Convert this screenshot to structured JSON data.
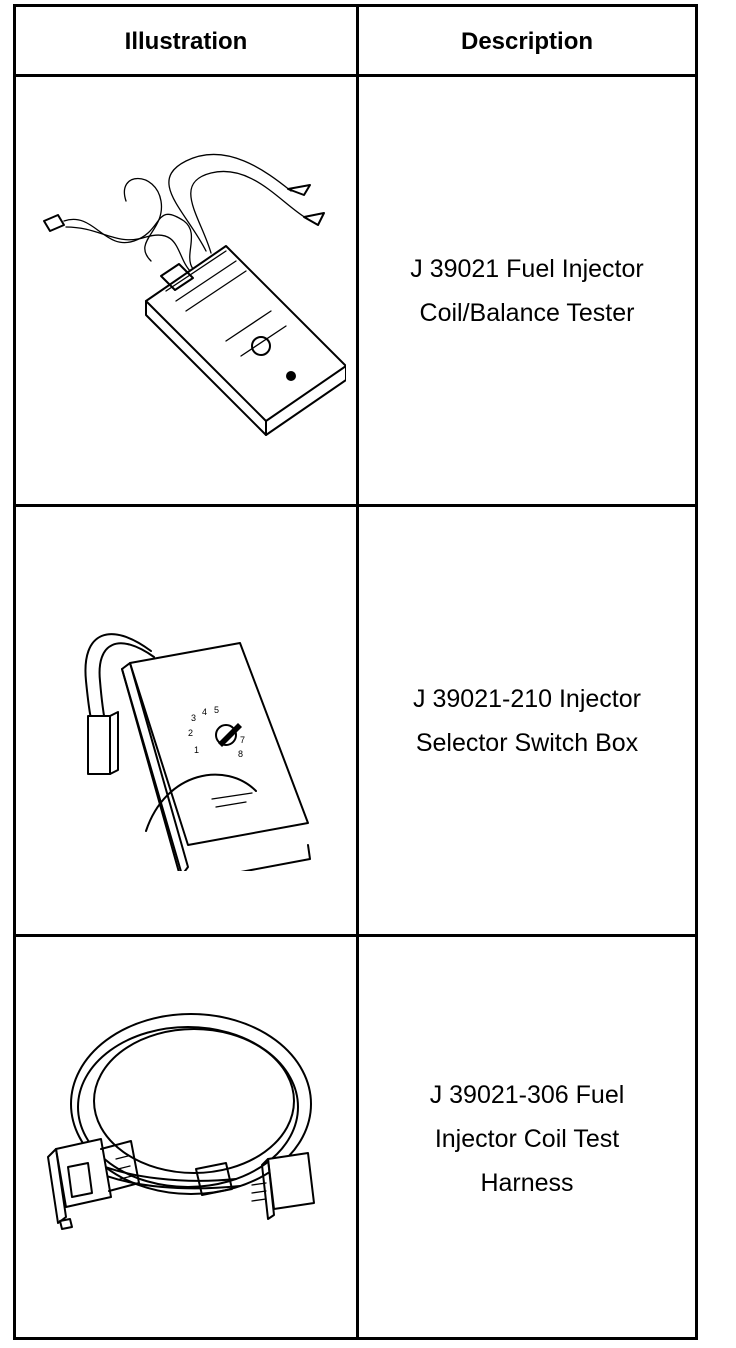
{
  "table": {
    "header_illustration": "Illustration",
    "header_description": "Description",
    "rows": [
      {
        "icon": "fuel-injector-tester-illustration",
        "line1": "J 39021 Fuel Injector",
        "line2": "Coil/Balance Tester",
        "line3": ""
      },
      {
        "icon": "selector-switch-box-illustration",
        "line1": "J 39021-210 Injector",
        "line2": "Selector Switch Box",
        "line3": ""
      },
      {
        "icon": "coil-test-harness-illustration",
        "line1": "J 39021-306 Fuel",
        "line2": "Injector Coil Test",
        "line3": "Harness"
      }
    ]
  }
}
